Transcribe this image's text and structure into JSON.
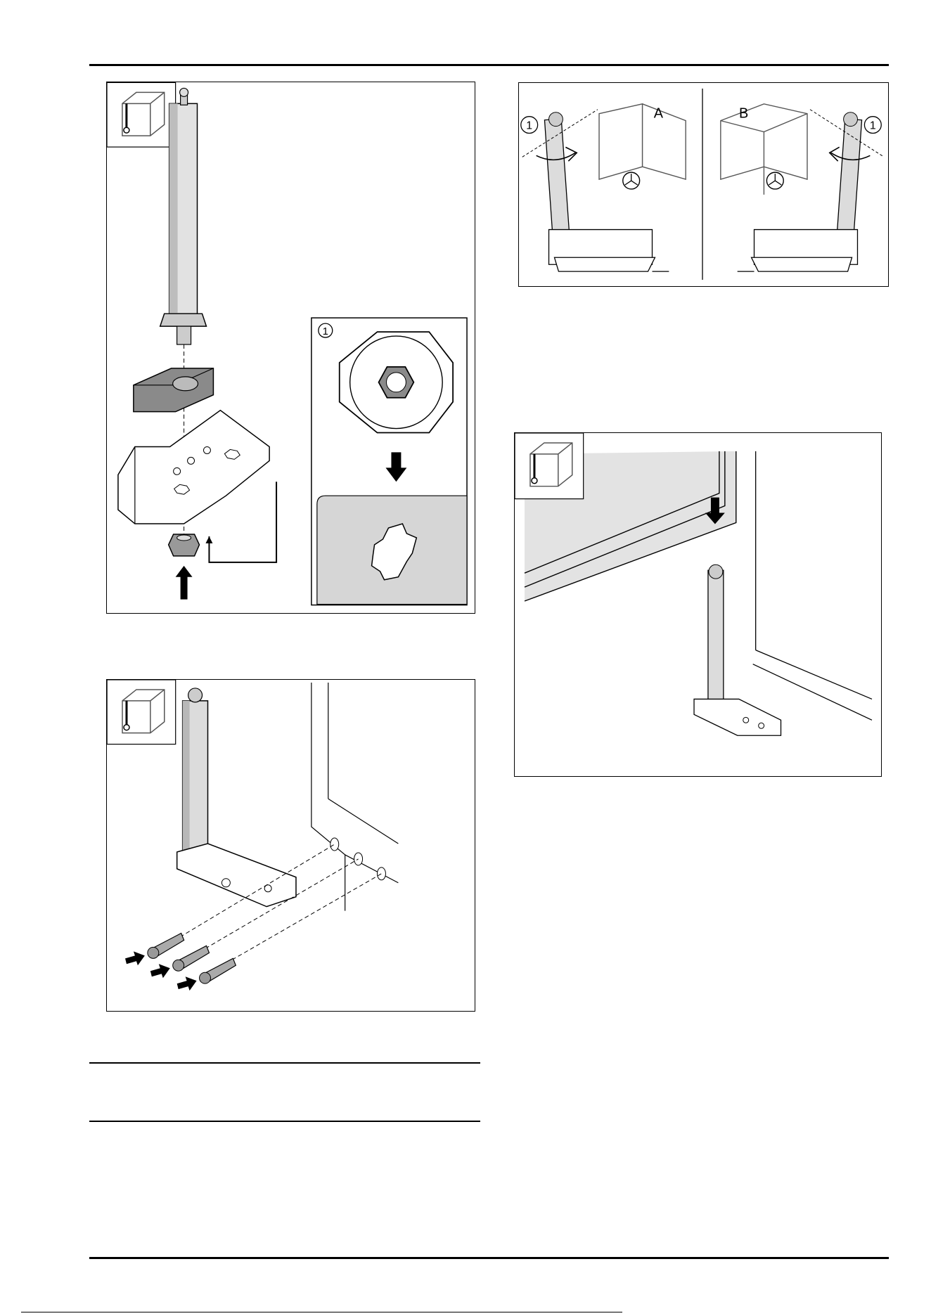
{
  "figures": {
    "fig1": {
      "callout": "1"
    },
    "fig2": {
      "label_a": "A",
      "label_b": "B",
      "callout_left": "1",
      "callout_right": "1"
    },
    "fig3": {},
    "fig4": {}
  }
}
